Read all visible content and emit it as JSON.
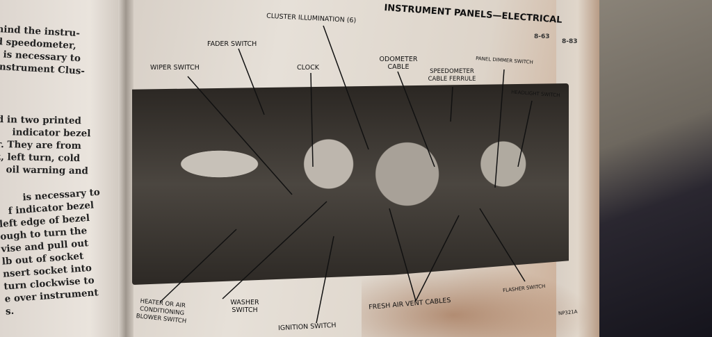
{
  "left_page": {
    "lines": [
      "hind the instru-",
      "d speedometer,",
      "t is necessary to",
      "Instrument Clus-",
      "",
      "",
      "d in two printed",
      "indicator bezel",
      "r. They are from",
      "t, left turn, cold",
      "oil warning and",
      "",
      "is necessary to",
      "f indicator bezel",
      "left edge of bezel",
      "ough to turn the",
      "vise and pull out",
      "lb out of socket",
      "nsert socket into",
      "turn clockwise to",
      "e over instrument",
      "s."
    ]
  },
  "header": {
    "title": "INSTRUMENT PANELS—ELECTRICAL",
    "page_number": "8-63",
    "edge_page_number": "8-83"
  },
  "figure": {
    "labels": {
      "cluster_illumination": "CLUSTER ILLUMINATION (6)",
      "fader_switch": "FADER SWITCH",
      "wiper_switch": "WIPER SWITCH",
      "clock": "CLOCK",
      "odometer_cable": "ODOMETER CABLE",
      "speedometer_cable_ferrule": "SPEEDOMETER CABLE FERRULE",
      "panel_dimmer_switch": "PANEL DIMMER SWITCH",
      "headlight_switch": "HEADLIGHT SWITCH",
      "heater_switch": "HEATER OR AIR CONDITIONING BLOWER SWITCH",
      "washer_switch": "WASHER SWITCH",
      "ignition_switch": "IGNITION SWITCH",
      "fresh_air_vent_cables": "FRESH AIR VENT CABLES",
      "flasher_switch": "FLASHER SWITCH"
    },
    "code": "NP321A"
  }
}
